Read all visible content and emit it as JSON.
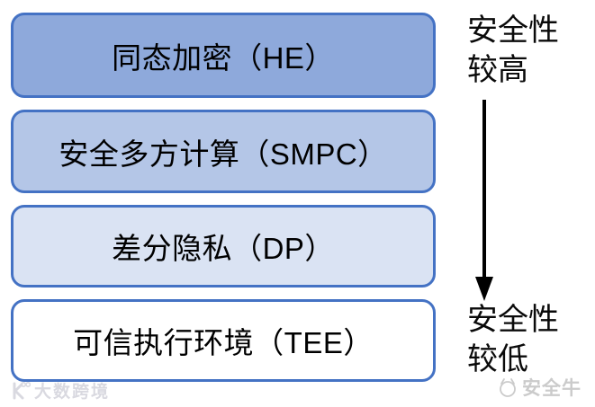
{
  "page": {
    "background": "#ffffff"
  },
  "diagram": {
    "border_color": "#4472C4",
    "text_color": "#000000",
    "boxes": [
      {
        "id": "he",
        "label": "同态加密（HE）",
        "fill": "#8EA9DB"
      },
      {
        "id": "smpc",
        "label": "安全多方计算（SMPC）",
        "fill": "#B4C6E7"
      },
      {
        "id": "dp",
        "label": "差分隐私（DP）",
        "fill": "#DAE3F3"
      },
      {
        "id": "tee",
        "label": "可信执行环境（TEE）",
        "fill": "#FFFFFF"
      }
    ],
    "security_axis": {
      "high_label": {
        "line1": "安全性",
        "line2": "较高"
      },
      "low_label": {
        "line1": "安全性",
        "line2": "较低"
      },
      "arrow_direction": "down",
      "arrow_color": "#000000"
    }
  },
  "watermarks": {
    "bottom_left": {
      "text": "大数跨境",
      "icon": "dashu-logo-icon",
      "color": "#D7D7DF"
    },
    "bottom_right": {
      "text": "安全牛",
      "icon": "bull-circle-icon",
      "color": "#C9C9C9"
    }
  }
}
